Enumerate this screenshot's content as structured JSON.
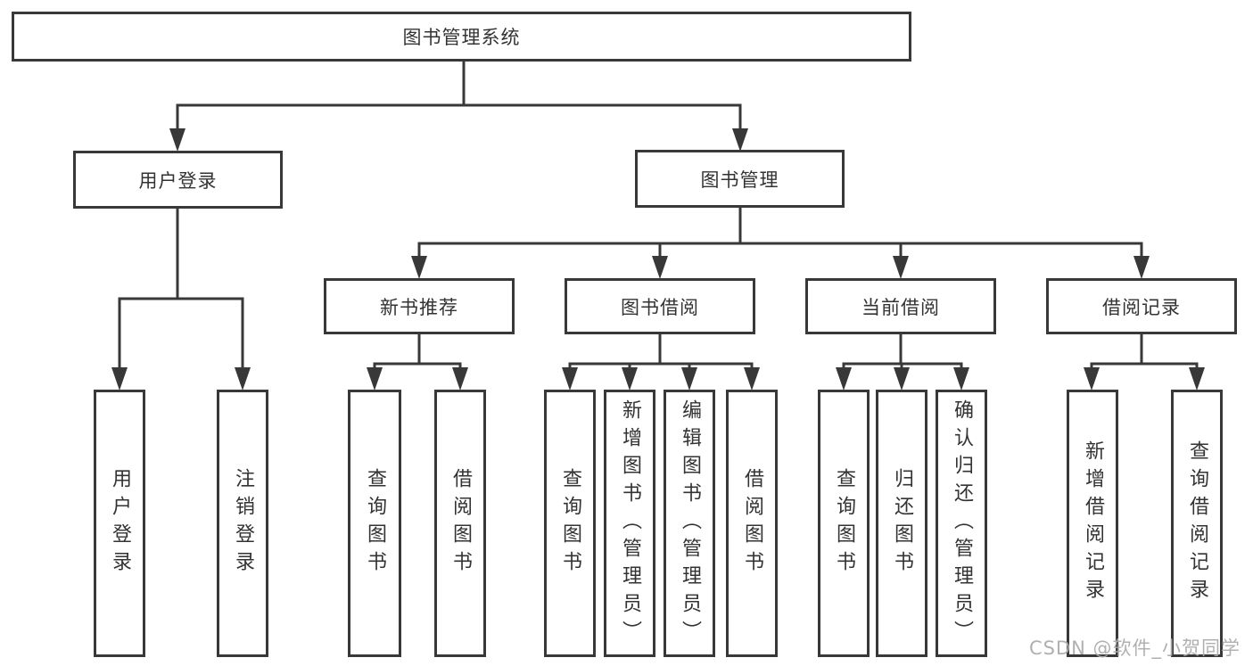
{
  "diagram": {
    "title_node": {
      "label": "图书管理系统"
    },
    "level2": [
      {
        "label": "用户登录"
      },
      {
        "label": "图书管理"
      }
    ],
    "level3": [
      {
        "label": "新书推荐",
        "parent": "图书管理"
      },
      {
        "label": "图书借阅",
        "parent": "图书管理"
      },
      {
        "label": "当前借阅",
        "parent": "图书管理"
      },
      {
        "label": "借阅记录",
        "parent": "图书管理"
      }
    ],
    "leaves": [
      {
        "label": "用户登录",
        "parent": "用户登录"
      },
      {
        "label": "注销登录",
        "parent": "用户登录"
      },
      {
        "label": "查询图书",
        "parent": "新书推荐"
      },
      {
        "label": "借阅图书",
        "parent": "新书推荐"
      },
      {
        "label": "查询图书",
        "parent": "图书借阅"
      },
      {
        "label": "新增图书（管理员）",
        "parent": "图书借阅"
      },
      {
        "label": "编辑图书（管理员）",
        "parent": "图书借阅"
      },
      {
        "label": "借阅图书",
        "parent": "图书借阅"
      },
      {
        "label": "查询图书",
        "parent": "当前借阅"
      },
      {
        "label": "归还图书",
        "parent": "当前借阅"
      },
      {
        "label": "确认归还（管理员）",
        "parent": "当前借阅"
      },
      {
        "label": "新增借阅记录",
        "parent": "借阅记录"
      },
      {
        "label": "查询借阅记录",
        "parent": "借阅记录"
      }
    ]
  },
  "watermark": {
    "text": "CSDN @软件_小贺同学"
  },
  "colors": {
    "line": "#383838",
    "box_border": "#383838",
    "text": "#333333",
    "watermark": "#acacac",
    "background": "#ffffff"
  }
}
